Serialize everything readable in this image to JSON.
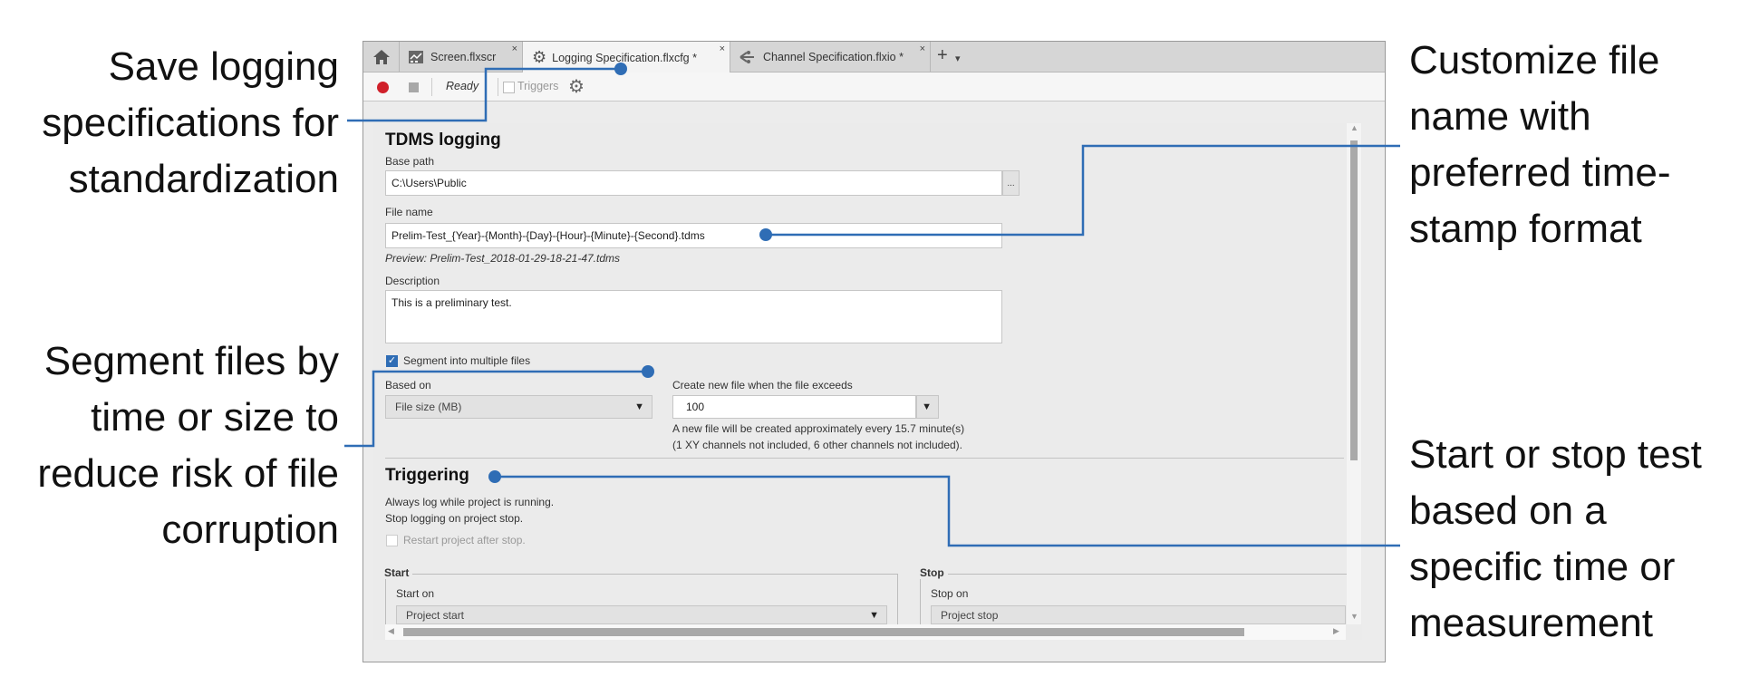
{
  "callouts": {
    "save_specs": [
      "Save logging",
      "specifications for",
      "standardization"
    ],
    "segment_files": [
      "Segment files by",
      "time or size to",
      "reduce risk of file",
      "corruption"
    ],
    "customize_name": [
      "Customize file",
      "name with",
      "preferred time-",
      "stamp format"
    ],
    "start_stop": [
      "Start or stop test",
      "based on a",
      "specific time or",
      "measurement"
    ]
  },
  "callout_color": "#2f6db5",
  "tabs": [
    {
      "label": "",
      "icon": "home-icon"
    },
    {
      "label": "Screen.flxscr",
      "icon": "screen-icon",
      "close": "×"
    },
    {
      "label": "Logging Specification.flxcfg *",
      "icon": "gear-icon",
      "close": "×",
      "active": true
    },
    {
      "label": "Channel Specification.flxio *",
      "icon": "channel-icon",
      "close": "×"
    }
  ],
  "tab_add": "+",
  "tab_menu": "▾",
  "toolbar": {
    "status": "Ready",
    "triggers_label": "Triggers",
    "triggers_checked": false
  },
  "tdms": {
    "heading": "TDMS logging",
    "base_path_label": "Base path",
    "base_path_value": "C:\\Users\\Public",
    "browse_label": "...",
    "file_name_label": "File name",
    "file_name_value": "Prelim-Test_{Year}-{Month}-{Day}-{Hour}-{Minute}-{Second}.tdms",
    "preview": "Preview: Prelim-Test_2018-01-29-18-21-47.tdms",
    "description_label": "Description",
    "description_value": "This is a preliminary test.",
    "segment_label": "Segment into multiple files",
    "segment_checked": true,
    "based_on_label": "Based on",
    "based_on_value": "File size (MB)",
    "exceeds_label": "Create new file when the file exceeds",
    "exceeds_value": "100",
    "note_line1": "A new file will be created approximately every 15.7 minute(s)",
    "note_line2": "(1 XY channels not included, 6 other channels not included)."
  },
  "triggering": {
    "heading": "Triggering",
    "line1": "Always log while project is running.",
    "line2": "Stop logging on project stop.",
    "restart_label": "Restart project after stop.",
    "restart_checked": false,
    "start_group": "Start",
    "start_on_label": "Start on",
    "start_on_value": "Project start",
    "stop_group": "Stop",
    "stop_on_label": "Stop on",
    "stop_on_value": "Project stop"
  }
}
